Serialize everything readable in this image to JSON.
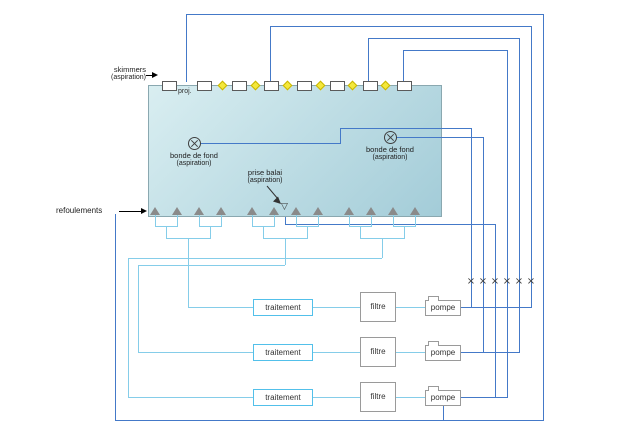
{
  "colors": {
    "pipe_dark": "#4479c8",
    "pipe_light": "#85cde9",
    "pool_fill_light": "#d9eef1",
    "pool_fill_dark": "#a3ccd8",
    "projector_yellow": "#f4e83b",
    "jet_gray": "#8a8a8a",
    "treat_border": "#52c0ea"
  },
  "symbols": {
    "vacuum_point": "▽",
    "valve": "×"
  },
  "labels": {
    "skimmers": {
      "line1": "skimmers",
      "line2": "(aspiration)"
    },
    "projectors": "proj.",
    "bottom_drain_left": {
      "line1": "bonde de fond",
      "line2": "(aspiration)"
    },
    "bottom_drain_right": {
      "line1": "bonde de fond",
      "line2": "(aspiration)"
    },
    "vacuum": {
      "line1": "prise balai",
      "line2": "(aspiration)"
    },
    "returns": "refoulements"
  },
  "loops": [
    {
      "treatment": "traitement",
      "filter": "filtre",
      "pump": "pompe"
    },
    {
      "treatment": "traitement",
      "filter": "filtre",
      "pump": "pompe"
    },
    {
      "treatment": "traitement",
      "filter": "filtre",
      "pump": "pompe"
    }
  ]
}
